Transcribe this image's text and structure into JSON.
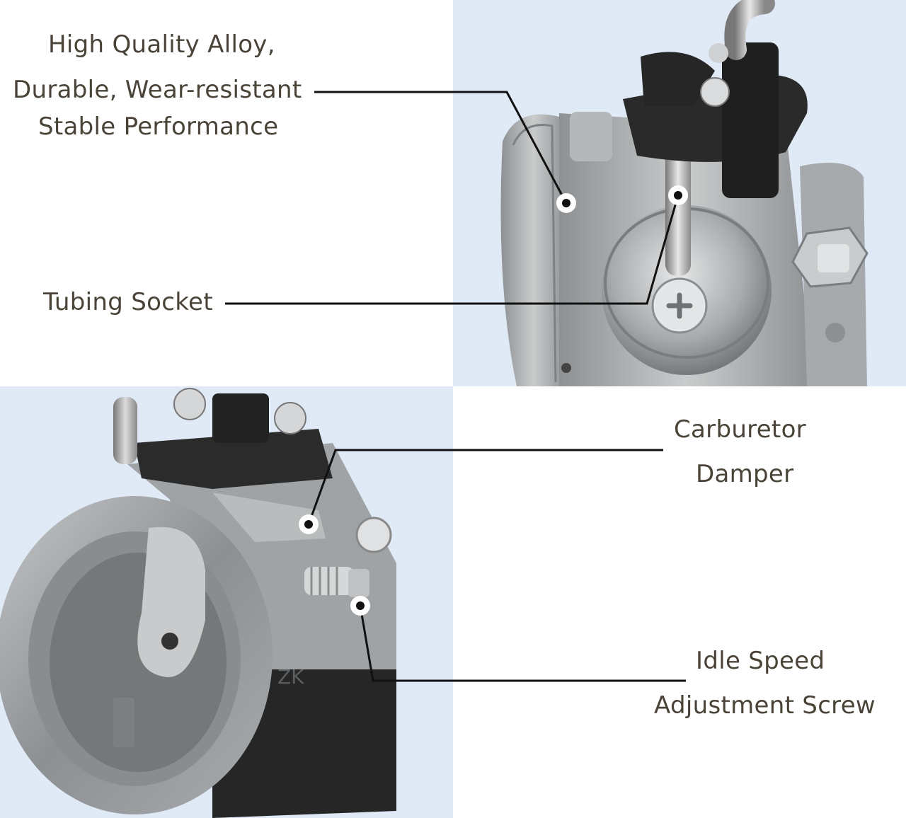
{
  "callouts": {
    "alloy": {
      "line1": "High Quality Alloy,",
      "line2": "Durable, Wear-resistant",
      "line3": "Stable Performance"
    },
    "tubing": {
      "line1": "Tubing Socket"
    },
    "damper": {
      "line1": "Carburetor",
      "line2": "Damper"
    },
    "idle": {
      "line1": "Idle Speed",
      "line2": "Adjustment Screw"
    }
  },
  "colors": {
    "panel_bg": "#dfeaf6",
    "metal": "#a8abad",
    "rubber": "#2a2a2a",
    "label_text": "#4a4438",
    "leader_line": "#111111"
  },
  "product_marking": "ZK"
}
